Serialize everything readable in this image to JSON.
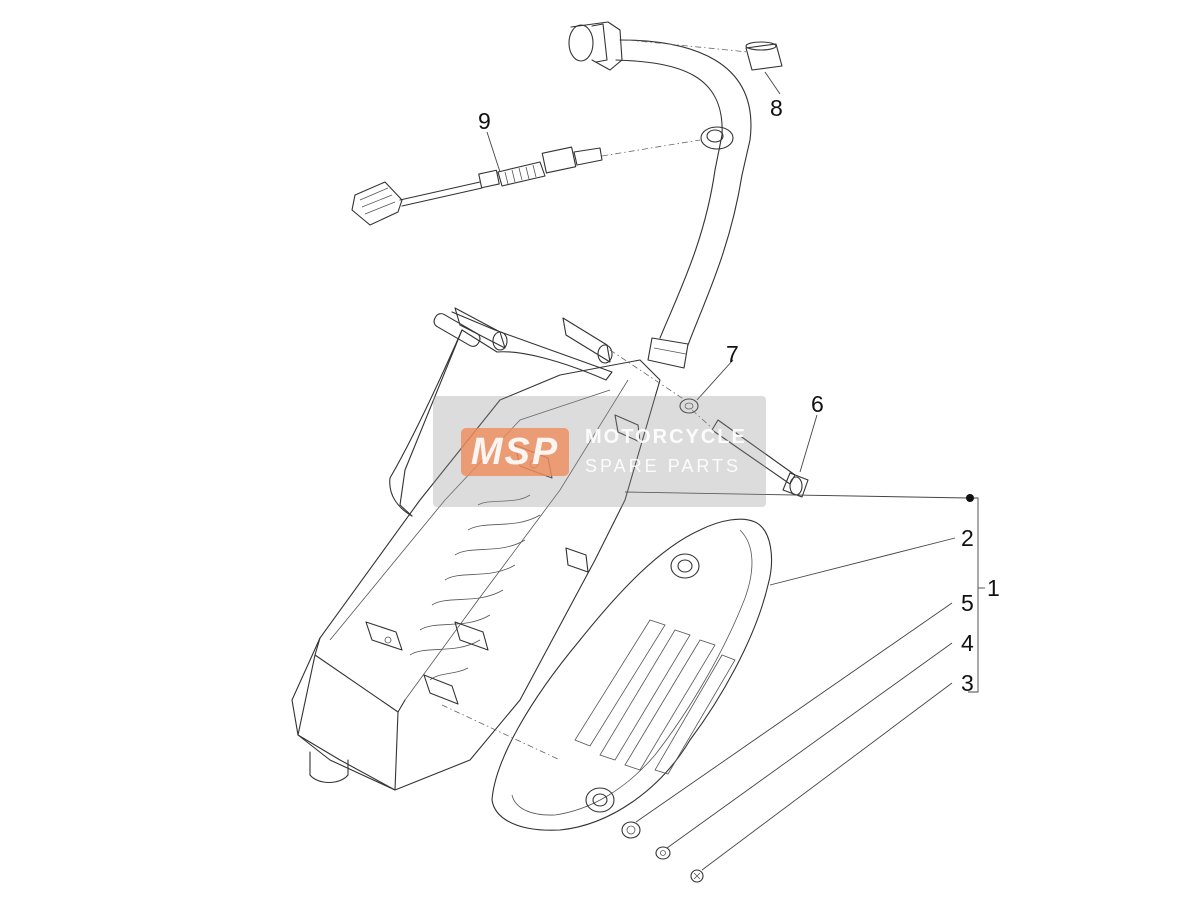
{
  "callouts": {
    "c1": "1",
    "c2": "2",
    "c3": "3",
    "c4": "4",
    "c5": "5",
    "c6": "6",
    "c7": "7",
    "c8": "8",
    "c9": "9"
  },
  "watermark": {
    "logo": "MSP",
    "line1": "MOTORCYCLE",
    "line2": "SPARE PARTS"
  }
}
